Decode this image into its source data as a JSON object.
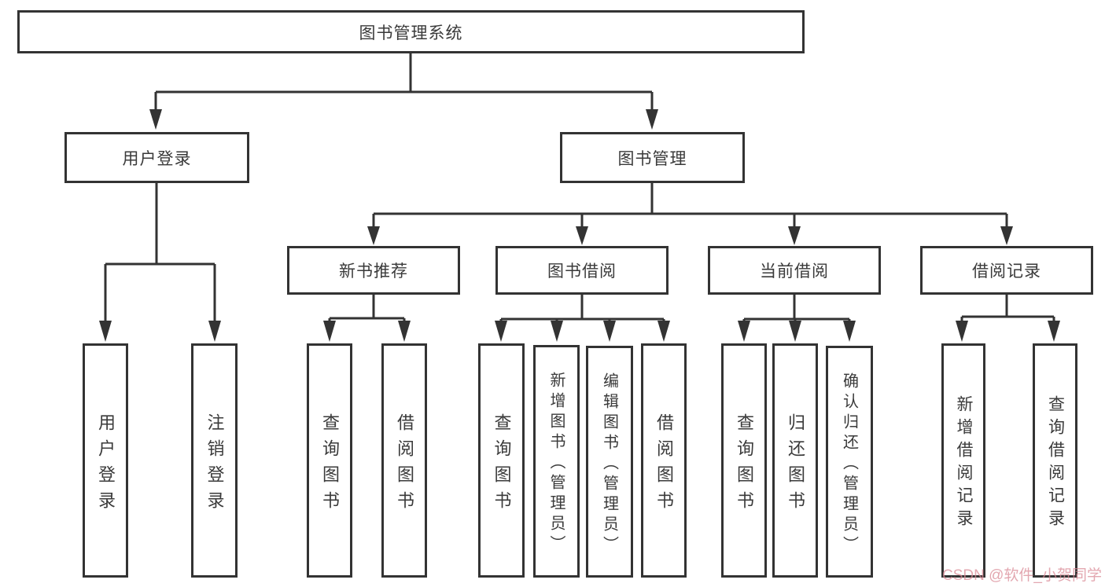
{
  "diagram_type": "function-structure-tree",
  "colors": {
    "line": "#333333",
    "box_border": "#333333",
    "text": "#3a3a3a",
    "background": "#ffffff",
    "watermark": "#d98a95"
  },
  "nodes": {
    "root": "图书管理系统",
    "level2": [
      "用户登录",
      "图书管理"
    ],
    "level3": [
      "新书推荐",
      "图书借阅",
      "当前借阅",
      "借阅记录"
    ],
    "login_children": [
      "用户登录",
      "注销登录"
    ],
    "recommend_children": [
      "查询图书",
      "借阅图书"
    ],
    "borrow_children": [
      "查询图书",
      "新增图书（管理员）",
      "编辑图书（管理员）",
      "借阅图书"
    ],
    "current_children": [
      "查询图书",
      "归还图书",
      "确认归还（管理员）"
    ],
    "records_children": [
      "新增借阅记录",
      "查询借阅记录"
    ]
  },
  "hierarchy": {
    "图书管理系统": {
      "用户登录": [
        "用户登录",
        "注销登录"
      ],
      "图书管理": {
        "新书推荐": [
          "查询图书",
          "借阅图书"
        ],
        "图书借阅": [
          "查询图书",
          "新增图书（管理员）",
          "编辑图书（管理员）",
          "借阅图书"
        ],
        "当前借阅": [
          "查询图书",
          "归还图书",
          "确认归还（管理员）"
        ],
        "借阅记录": [
          "新增借阅记录",
          "查询借阅记录"
        ]
      }
    }
  },
  "watermark": "CSDN @软件_小贺同学"
}
